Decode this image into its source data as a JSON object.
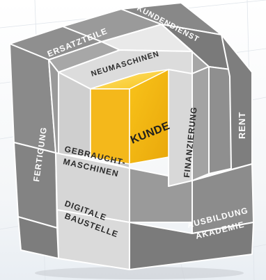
{
  "cube": {
    "labels": {
      "ersatzteile": "ERSATZTEILE",
      "kundendienst": "KUNDENDIENST",
      "neumaschinen": "NEUMASCHINEN",
      "kunde": "KUNDE",
      "finanzierung": "FINANZIERUNG",
      "rent": "RENT",
      "fertigung": "FERTIGUNG",
      "gebraucht_1": "GEBRAUCHT-",
      "gebraucht_2": "MASCHINEN",
      "digitale_1": "DIGITALE",
      "digitale_2": "BAUSTELLE",
      "ausbildung_1": "AUSBILDUNG",
      "ausbildung_2": "AKADEMIE"
    },
    "colors": {
      "accent_yellow": "#f6c21b",
      "face_light": "#e8e8e8",
      "face_mid": "#b9b9b9",
      "face_dark": "#8e8e8e",
      "face_darker": "#6f6f6f",
      "edge": "#ffffff"
    }
  }
}
